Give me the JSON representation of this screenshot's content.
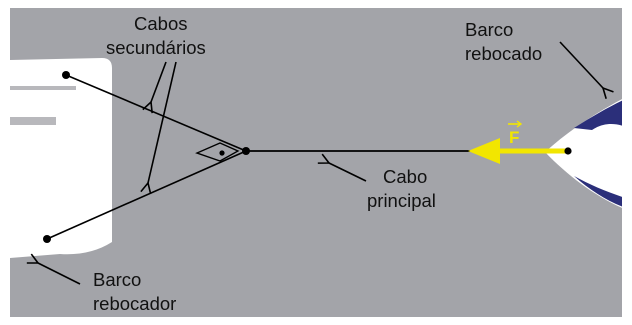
{
  "labels": {
    "cabos_secundarios": [
      "Cabos",
      "secundários"
    ],
    "barco_rebocado": [
      "Barco",
      "rebocado"
    ],
    "cabo_principal": [
      "Cabo",
      "principal"
    ],
    "barco_rebocador": [
      "Barco",
      "rebocador"
    ],
    "force": "F"
  },
  "colors": {
    "background": "#a3a4a9",
    "frame": "#ffffff",
    "tug_boat": "#ffffff",
    "towed_boat_hull": "#ffffff",
    "towed_boat_stripe": "#2b2f7a",
    "cables": "#000000",
    "force_arrow": "#f2e600"
  }
}
